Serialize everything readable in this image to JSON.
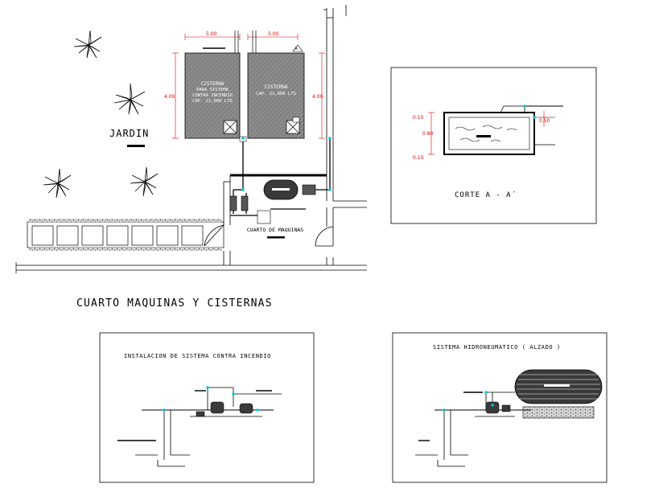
{
  "plan": {
    "garden_label": "JARDIN",
    "cistern_left_label": [
      "CISTERNA",
      "PARA SISTEMA",
      "CONTRA INCENDIO",
      "CAP. 21,000 LTS"
    ],
    "cistern_right_label": [
      "CISTERNA",
      "CAP. 21,000 LTS"
    ],
    "machine_room_label": "CUARTO DE MAQUINAS",
    "section_marker": "A",
    "dim_top_left": "5.00",
    "dim_top_right": "5.00",
    "dim_side_left": "4.00",
    "dim_side_right": "4.00"
  },
  "main_title": "CUARTO MAQUINAS Y CISTERNAS",
  "section": {
    "title": "CORTE A - A´",
    "dim_a": "0.10",
    "dim_b": "0.80",
    "dim_c": "0.10",
    "dim_d": "0.50"
  },
  "fire_panel": {
    "title": "INSTALACION DE SISTEMA CONTRA INCENDIO"
  },
  "hydro_panel": {
    "title": "SISTEMA HIDRONEUMATICO ( ALZADO )"
  },
  "colors": {
    "line": "#000000",
    "hatch": "#7a7a7a",
    "dimension": "#e00000",
    "pipe_node": "#00c8d0"
  }
}
